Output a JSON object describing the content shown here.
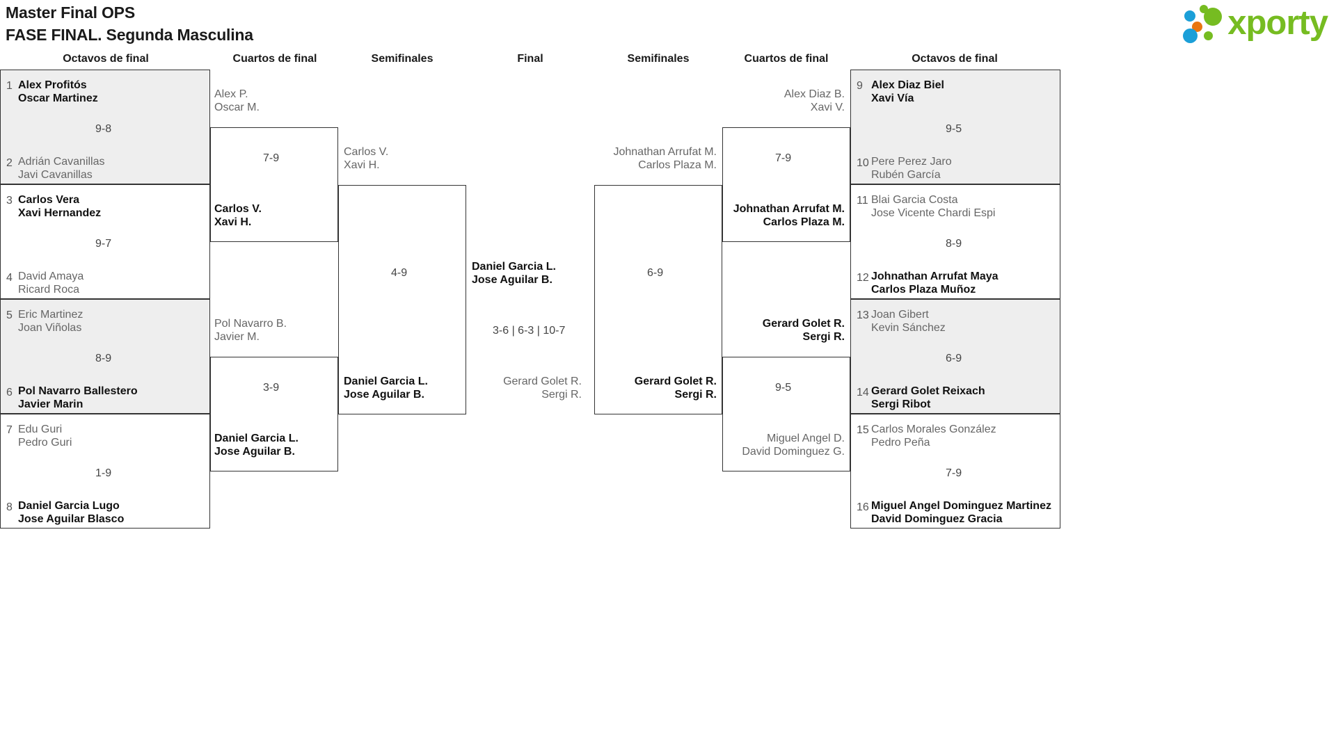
{
  "header": {
    "title_line1": "Master Final OPS",
    "title_line2": "FASE FINAL. Segunda Masculina",
    "logo_text": "xporty"
  },
  "round_headings": {
    "left_r16": "Octavos de final",
    "left_qf": "Cuartos de final",
    "left_sf": "Semifinales",
    "final": "Final",
    "right_sf": "Semifinales",
    "right_qf": "Cuartos de final",
    "right_r16": "Octavos de final"
  },
  "bracket": {
    "left_r16": [
      {
        "seed": "1",
        "p1": "Alex Profitós",
        "p2": "Oscar Martinez",
        "winner": true
      },
      {
        "seed": "2",
        "p1": "Adrián Cavanillas",
        "p2": "Javi Cavanillas",
        "winner": false,
        "score": "9-8"
      },
      {
        "seed": "3",
        "p1": "Carlos Vera",
        "p2": "Xavi Hernandez",
        "winner": true
      },
      {
        "seed": "4",
        "p1": "David Amaya",
        "p2": "Ricard Roca",
        "winner": false,
        "score": "9-7"
      },
      {
        "seed": "5",
        "p1": "Eric Martinez",
        "p2": "Joan Viñolas",
        "winner": false
      },
      {
        "seed": "6",
        "p1": "Pol Navarro Ballestero",
        "p2": "Javier Marin",
        "winner": true,
        "score": "8-9"
      },
      {
        "seed": "7",
        "p1": "Edu Guri",
        "p2": "Pedro Guri",
        "winner": false
      },
      {
        "seed": "8",
        "p1": "Daniel Garcia Lugo",
        "p2": "Jose Aguilar Blasco",
        "winner": true,
        "score": "1-9"
      }
    ],
    "left_qf": [
      {
        "p1": "Alex P.",
        "p2": "Oscar M.",
        "winner": false
      },
      {
        "p1": "Carlos V.",
        "p2": "Xavi H.",
        "winner": true,
        "score": "7-9"
      },
      {
        "p1": "Pol Navarro B.",
        "p2": "Javier M.",
        "winner": false
      },
      {
        "p1": "Daniel Garcia L.",
        "p2": "Jose Aguilar B.",
        "winner": true,
        "score": "3-9"
      }
    ],
    "left_sf": [
      {
        "p1": "Carlos V.",
        "p2": "Xavi H.",
        "winner": false
      },
      {
        "p1": "Daniel Garcia L.",
        "p2": "Jose Aguilar B.",
        "winner": true,
        "score": "4-9"
      }
    ],
    "final": [
      {
        "p1": "Daniel Garcia L.",
        "p2": "Jose Aguilar B.",
        "winner": true
      },
      {
        "p1": "Gerard Golet R.",
        "p2": "Sergi R.",
        "winner": false
      }
    ],
    "final_score": "3-6 | 6-3 | 10-7",
    "right_sf": [
      {
        "p1": "Johnathan Arrufat M.",
        "p2": "Carlos Plaza M.",
        "winner": false
      },
      {
        "p1": "Gerard Golet R.",
        "p2": "Sergi R.",
        "winner": true,
        "score": "6-9"
      }
    ],
    "right_qf": [
      {
        "p1": "Alex Diaz B.",
        "p2": "Xavi V.",
        "winner": false
      },
      {
        "p1": "Johnathan Arrufat M.",
        "p2": "Carlos Plaza M.",
        "winner": true,
        "score": "7-9"
      },
      {
        "p1": "Gerard Golet R.",
        "p2": "Sergi R.",
        "winner": true
      },
      {
        "p1": "Miguel Angel D.",
        "p2": "David Dominguez G.",
        "winner": false,
        "score": "9-5"
      }
    ],
    "right_r16": [
      {
        "seed": "9",
        "p1": "Alex Diaz Biel",
        "p2": "Xavi Vía",
        "winner": true
      },
      {
        "seed": "10",
        "p1": "Pere Perez Jaro",
        "p2": "Rubén García",
        "winner": false,
        "score": "9-5"
      },
      {
        "seed": "11",
        "p1": "Blai Garcia Costa",
        "p2": "Jose Vicente Chardi Espi",
        "winner": false
      },
      {
        "seed": "12",
        "p1": "Johnathan Arrufat Maya",
        "p2": "Carlos Plaza Muñoz",
        "winner": true,
        "score": "8-9"
      },
      {
        "seed": "13",
        "p1": "Joan Gibert",
        "p2": "Kevin Sánchez",
        "winner": false
      },
      {
        "seed": "14",
        "p1": "Gerard Golet Reixach",
        "p2": "Sergi Ribot",
        "winner": true,
        "score": "6-9"
      },
      {
        "seed": "15",
        "p1": "Carlos Morales González",
        "p2": "Pedro Peña",
        "winner": false
      },
      {
        "seed": "16",
        "p1": "Miguel Angel Dominguez Martinez",
        "p2": "David Dominguez Gracia",
        "winner": true,
        "score": "7-9"
      }
    ]
  },
  "colors": {
    "shade": "#eeeeee",
    "border": "#333333",
    "winner_text": "#111111",
    "loser_text": "#666666",
    "brand_green": "#76bc21",
    "brand_blue": "#1b9fd8",
    "brand_orange": "#e8760f"
  }
}
